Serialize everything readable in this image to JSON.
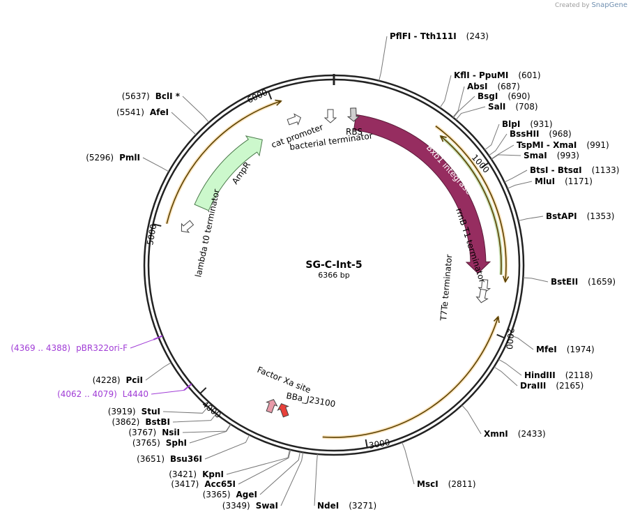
{
  "watermark": {
    "prefix": "Created by",
    "brand": "SnapGene"
  },
  "plasmid": {
    "name": "SG-C-Int-5",
    "length_label": "6366 bp",
    "length": 6366
  },
  "ticks": [
    {
      "pos": 1000,
      "label": "1000"
    },
    {
      "pos": 2000,
      "label": "2000"
    },
    {
      "pos": 3000,
      "label": "3000"
    },
    {
      "pos": 4000,
      "label": "4000"
    },
    {
      "pos": 5000,
      "label": "5000"
    },
    {
      "pos": 6000,
      "label": "6000"
    }
  ],
  "sites": [
    {
      "name": "PflFI  -  Tth111I",
      "pos_label": "(243)",
      "pos": 243,
      "side": "right"
    },
    {
      "name": "KflI  -  PpuMI",
      "pos_label": "(601)",
      "pos": 601,
      "side": "right"
    },
    {
      "name": "AbsI",
      "pos_label": "(687)",
      "pos": 687,
      "side": "right"
    },
    {
      "name": "BsgI",
      "pos_label": "(690)",
      "pos": 690,
      "side": "right"
    },
    {
      "name": "SalI",
      "pos_label": "(708)",
      "pos": 708,
      "side": "right"
    },
    {
      "name": "BlpI",
      "pos_label": "(931)",
      "pos": 931,
      "side": "right"
    },
    {
      "name": "BssHII",
      "pos_label": "(968)",
      "pos": 968,
      "side": "right"
    },
    {
      "name": "TspMI  -  XmaI",
      "pos_label": "(991)",
      "pos": 991,
      "side": "right"
    },
    {
      "name": "SmaI",
      "pos_label": "(993)",
      "pos": 993,
      "side": "right"
    },
    {
      "name": "BtsI  -  BtsαI",
      "pos_label": "(1133)",
      "pos": 1133,
      "side": "right"
    },
    {
      "name": "MluI",
      "pos_label": "(1171)",
      "pos": 1171,
      "side": "right"
    },
    {
      "name": "BstAPI",
      "pos_label": "(1353)",
      "pos": 1353,
      "side": "right"
    },
    {
      "name": "BstEII",
      "pos_label": "(1659)",
      "pos": 1659,
      "side": "right"
    },
    {
      "name": "MfeI",
      "pos_label": "(1974)",
      "pos": 1974,
      "side": "right"
    },
    {
      "name": "HindIII",
      "pos_label": "(2118)",
      "pos": 2118,
      "side": "right"
    },
    {
      "name": "DraIII",
      "pos_label": "(2165)",
      "pos": 2165,
      "side": "right"
    },
    {
      "name": "XmnI",
      "pos_label": "(2433)",
      "pos": 2433,
      "side": "right"
    },
    {
      "name": "MscI",
      "pos_label": "(2811)",
      "pos": 2811,
      "side": "right"
    },
    {
      "name": "NdeI",
      "pos_label": "(3271)",
      "pos": 3271,
      "side": "right"
    },
    {
      "name": "SwaI",
      "pos_label": "(3349)",
      "pos": 3349,
      "side": "left"
    },
    {
      "name": "AgeI",
      "pos_label": "(3365)",
      "pos": 3365,
      "side": "left"
    },
    {
      "name": "Acc65I",
      "pos_label": "(3417)",
      "pos": 3417,
      "side": "left"
    },
    {
      "name": "KpnI",
      "pos_label": "(3421)",
      "pos": 3421,
      "side": "left"
    },
    {
      "name": "Bsu36I",
      "pos_label": "(3651)",
      "pos": 3651,
      "side": "left"
    },
    {
      "name": "SphI",
      "pos_label": "(3765)",
      "pos": 3765,
      "side": "left"
    },
    {
      "name": "NsiI",
      "pos_label": "(3767)",
      "pos": 3767,
      "side": "left"
    },
    {
      "name": "BstBI",
      "pos_label": "(3862)",
      "pos": 3862,
      "side": "left"
    },
    {
      "name": "StuI",
      "pos_label": "(3919)",
      "pos": 3919,
      "side": "left"
    },
    {
      "name": "PciI",
      "pos_label": "(4228)",
      "pos": 4228,
      "side": "left"
    },
    {
      "name": "PmlI",
      "pos_label": "(5296)",
      "pos": 5296,
      "side": "left"
    },
    {
      "name": "AfeI",
      "pos_label": "(5541)",
      "pos": 5541,
      "side": "left"
    },
    {
      "name": "BclI *",
      "pos_label": "(5637)",
      "pos": 5637,
      "side": "left"
    }
  ],
  "primers": [
    {
      "name": "pBR322ori-F",
      "range_label": "(4369 .. 4388)",
      "pos": 4378
    },
    {
      "name": "L4440",
      "range_label": "(4062 .. 4079)",
      "pos": 4070
    }
  ],
  "features": [
    {
      "name": "Bxb1 integrase",
      "type": "cds",
      "start": 148,
      "end": 1650,
      "color": "#962d60"
    },
    {
      "name": "AmpR",
      "type": "cds",
      "start": 5190,
      "end": 5840,
      "color": "#ccf8cc"
    },
    {
      "name": "RBS",
      "type": "rbs"
    },
    {
      "name": "bacterial terminator",
      "type": "terminator"
    },
    {
      "name": "cat promoter",
      "type": "promoter"
    },
    {
      "name": "rrnB T1 terminator",
      "type": "terminator"
    },
    {
      "name": "T7Te terminator",
      "type": "terminator"
    },
    {
      "name": "lambda t0 terminator",
      "type": "terminator"
    },
    {
      "name": "Factor Xa site",
      "type": "misc"
    },
    {
      "name": "BBa_J23100",
      "type": "promoter",
      "color": "#e8403a"
    }
  ],
  "orfs": [
    {
      "start": 640,
      "end": 1690,
      "color": "#f0b040",
      "dir": "forward"
    },
    {
      "start": 700,
      "end": 1650,
      "color": "#6aa832",
      "dir": "reverse"
    },
    {
      "start": 1900,
      "end": 3250,
      "color": "#f0b040",
      "dir": "reverse"
    },
    {
      "start": 5020,
      "end": 6050,
      "color": "#f0b040",
      "dir": "forward"
    }
  ]
}
